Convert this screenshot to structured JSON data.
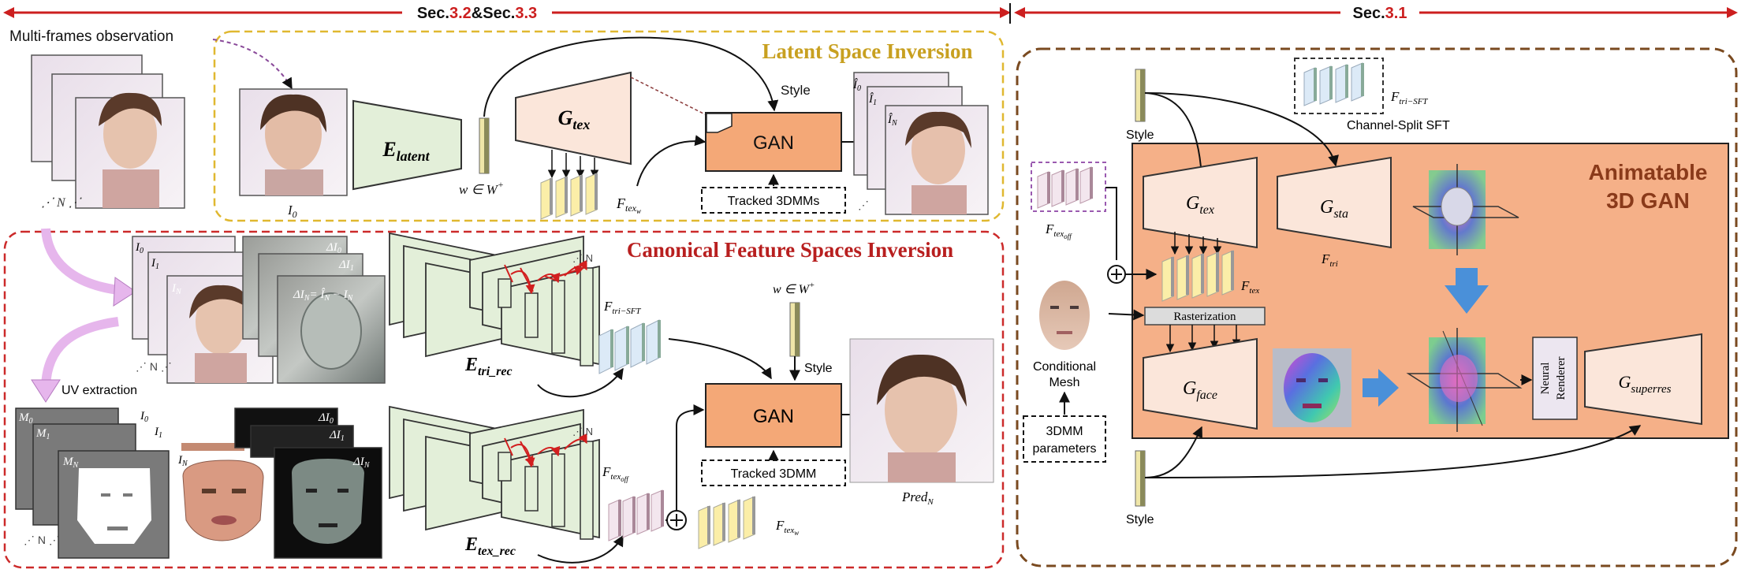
{
  "header": {
    "left_prefix": "Sec.",
    "left_ref1": "3.2",
    "left_amp": "&Sec.",
    "left_ref2": "3.3",
    "right_prefix": "Sec.",
    "right_ref": "3.1"
  },
  "latent": {
    "title": "Latent Space Inversion",
    "observation_label": "Multi-frames observation",
    "input_label": "I",
    "input_sub": "0",
    "n_dots": "N",
    "encoder": "E",
    "encoder_sub": "latent",
    "w_label": "w ∈ W",
    "w_sup": "+",
    "gtex": "G",
    "gtex_sub": "tex",
    "style": "Style",
    "gan": "GAN",
    "ftexw": "F",
    "ftexw_sub": "tex",
    "ftexw_subsub": "w",
    "tracked": "Tracked 3DMMs",
    "out_i0": "Î",
    "out_sub0": "0",
    "out_sub1": "1",
    "out_subN": "N"
  },
  "canonical": {
    "title": "Canonical Feature Spaces Inversion",
    "i0": "I",
    "i0_sub": "0",
    "i1_sub": "1",
    "iN_sub": "N",
    "d0": "ΔI",
    "d0_sub": "0",
    "d1_sub": "1",
    "dN_eq": "= Î",
    "dN_minus": " − I",
    "uv": "UV extraction",
    "m_label": "M",
    "m0_sub": "0",
    "m1_sub": "1",
    "mN_sub": "N",
    "etri": "E",
    "etri_sub": "tri_rec",
    "etex": "E",
    "etex_sub": "tex_rec",
    "ftri_sft": "F",
    "ftri_sft_sub": "tri−SFT",
    "w_label": "w ∈ W",
    "w_sup": "+",
    "style": "Style",
    "gan": "GAN",
    "tracked": "Tracked 3DMM",
    "ftexoff": "F",
    "ftexoff_sub": "tex",
    "ftexoff_subsub": "off",
    "ftexw": "F",
    "ftexw_sub": "tex",
    "ftexw_subsub": "w",
    "pred": "Pred",
    "pred_sub": "N"
  },
  "gan3d": {
    "title_line1": "Animatable",
    "title_line2": "3D GAN",
    "style_top": "Style",
    "style_bottom": "Style",
    "ftri_sft": "F",
    "ftri_sft_sub": "tri−SFT",
    "channel_split": "Channel-Split SFT",
    "gtex": "G",
    "gtex_sub": "tex",
    "gsta": "G",
    "gsta_sub": "sta",
    "ftri": "F",
    "ftri_sub": "tri",
    "ftex": "F",
    "ftex_sub": "tex",
    "ftexoff": "F",
    "ftexoff_sub": "tex",
    "ftexoff_subsub": "off",
    "rasterization": "Rasterization",
    "gface": "G",
    "gface_sub": "face",
    "renderer_line1": "Neural",
    "renderer_line2": "Renderer",
    "gsuper": "G",
    "gsuper_sub": "superres",
    "cond_mesh_line1": "Conditional",
    "cond_mesh_line2": "Mesh",
    "params_line1": "3DMM",
    "params_line2": "parameters"
  },
  "colors": {
    "red": "#cc1f1f",
    "gold": "#e0b830",
    "brown": "#7a4a20",
    "orange": "#f4a877",
    "encoder_green": "#e3efd9",
    "peach": "#fbe6da",
    "yellow": "#fbeea8",
    "light_blue": "#dceaf7",
    "light_pink": "#f3e6ee",
    "gan_bg": "#f5b088",
    "blue_arrow": "#4a90d9"
  }
}
